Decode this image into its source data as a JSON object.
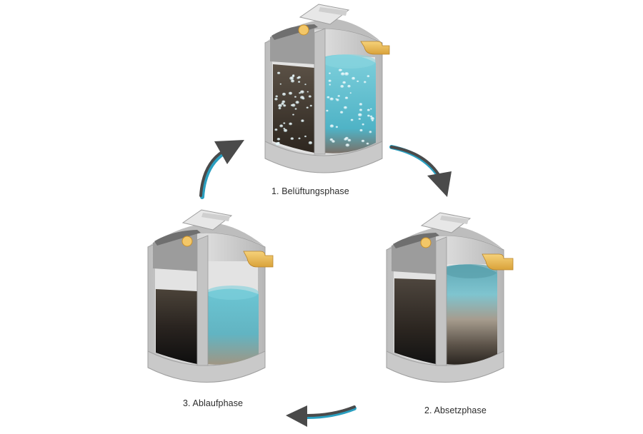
{
  "phases": [
    {
      "caption": "1. Belüftungsphase"
    },
    {
      "caption": "2. Absetzphase"
    },
    {
      "caption": "3. Ablaufphase"
    }
  ],
  "colors": {
    "concrete": "#cfcfcf",
    "concrete_dark": "#a9a9a9",
    "water": "#6fc3d2",
    "sludge": "#3a3128",
    "pipe": "#f2c15a",
    "arrow": "#4a4a4a",
    "arrow_accent": "#2a9fc0"
  }
}
